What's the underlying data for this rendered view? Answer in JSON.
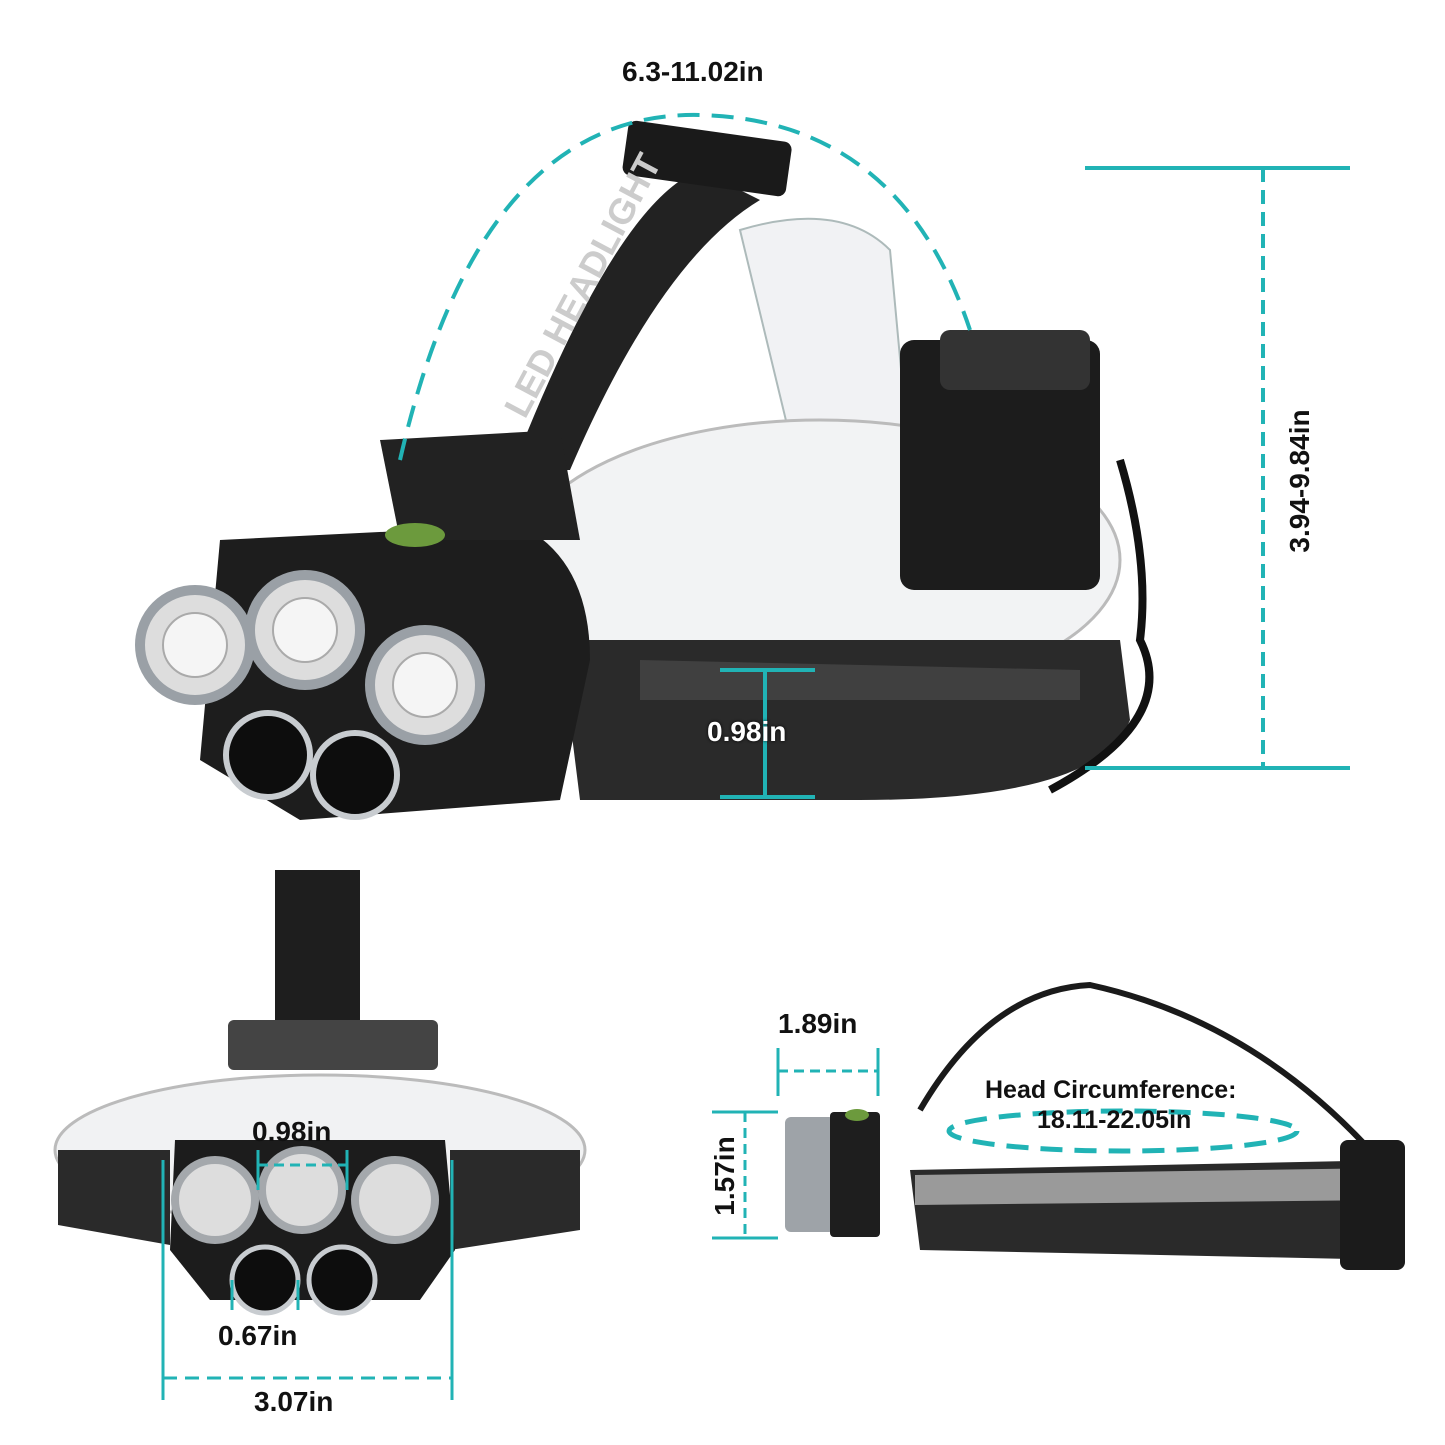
{
  "colors": {
    "dimension_line": "#21b3b5",
    "background": "#ffffff",
    "headlamp_body": "#1a1a1a",
    "lens_rim": "#b8bcc0"
  },
  "main_view": {
    "strap_text": "LED HEADLIGHT",
    "top_strap_width": "6.3-11.02in",
    "height": "3.94-9.84in",
    "strap_width": "0.98in"
  },
  "front_view": {
    "lens_diameter": "0.98in",
    "small_lens_diameter": "0.67in",
    "total_width": "3.07in"
  },
  "side_view": {
    "lamp_depth": "1.89in",
    "lamp_height": "1.57in",
    "head_circumference_label": "Head Circumference:",
    "head_circumference_value": "18.11-22.05in"
  }
}
